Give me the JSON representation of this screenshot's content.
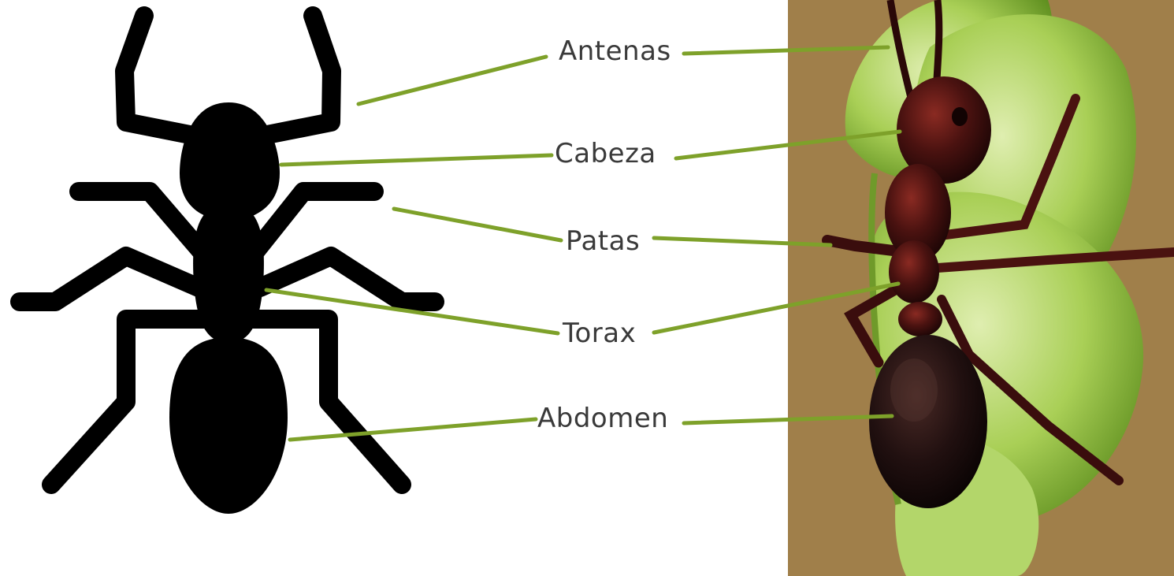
{
  "labels": {
    "antennae": "Antenas",
    "head": "Cabeza",
    "legs": "Patas",
    "thorax": "Torax",
    "abdomen": "Abdomen"
  },
  "colors": {
    "leader_line": "#7ea12a",
    "silhouette": "#000000",
    "photo_background": "#a7864f",
    "leaf": "#9dc54c",
    "ant_body": "#3a0d0d"
  },
  "icons": {
    "silhouette": "ant-silhouette-icon",
    "photo": "ant-photo"
  }
}
